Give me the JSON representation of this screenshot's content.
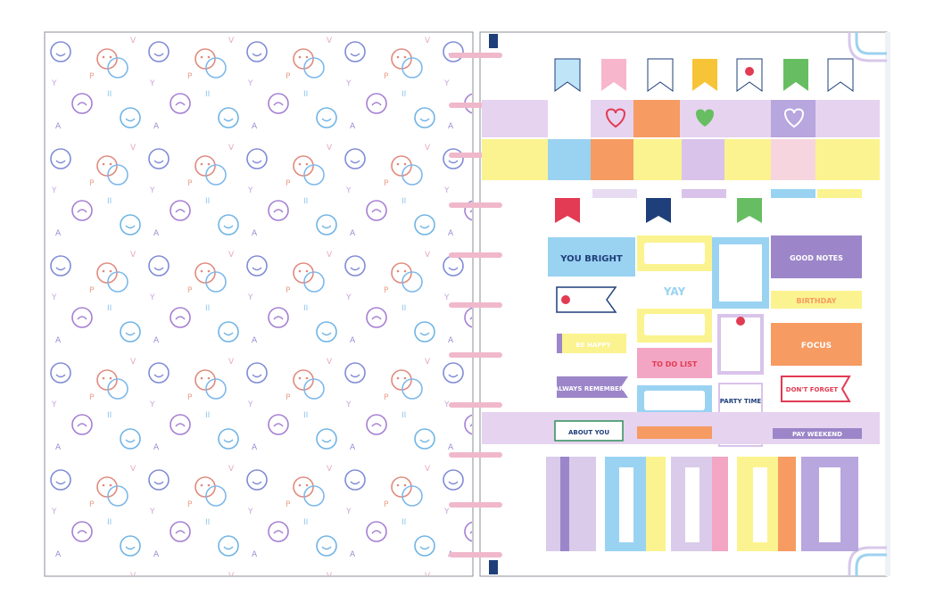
{
  "image": {
    "subject": "open disc-bound planner notebook with sticker sheet",
    "colors": {
      "background": "#ffffff",
      "page_border": "#8a8f97",
      "ring": "#f0b8cb",
      "lavender": "#d9c3ea",
      "yellow": "#fbf38f",
      "sky": "#9ad3f2",
      "orange": "#f69b62",
      "purple": "#9c86c9",
      "pink": "#f3a6c4",
      "green": "#67be62",
      "navy": "#1f3f7a",
      "red": "#e23b53",
      "tab_lilac": "#d9cbe9"
    },
    "stickers": {
      "sticker_1": "YOU BRIGHT",
      "sticker_2": "YAY",
      "sticker_3": "ABOUT YOU",
      "sticker_4": "TO DO LIST",
      "sticker_5": "GOOD NOTES",
      "sticker_6": "FOCUS",
      "sticker_7": "BIRTHDAY",
      "sticker_8": "DON'T FORGET",
      "sticker_9": "ALWAYS REMEMBER",
      "sticker_10": "PARTY TIME",
      "sticker_11": "PAY WEEKEND",
      "sticker_12": "BE HAPPY"
    }
  }
}
